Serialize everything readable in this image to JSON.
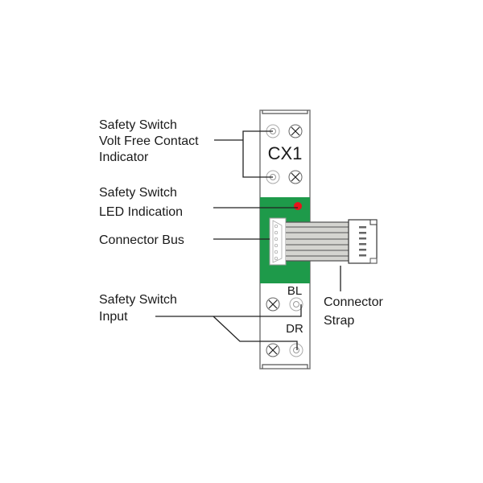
{
  "module": {
    "name": "CX1",
    "terminal_label_top": "BL",
    "terminal_label_bottom": "DR"
  },
  "callouts": {
    "volt_free_contact": {
      "line1": "Safety Switch",
      "line2": "Volt Free Contact",
      "line3": "Indicator"
    },
    "led_indication": {
      "line1": "Safety Switch",
      "line2": "LED Indication"
    },
    "connector_bus": {
      "line1": "Connector Bus"
    },
    "switch_input": {
      "line1": "Safety Switch",
      "line2": "Input"
    },
    "connector_strap": {
      "line1": "Connector",
      "line2": "Strap"
    }
  },
  "colors": {
    "board_green": "#1e9a4a",
    "led_red": "#e8141c",
    "strap_grey": "#d4d4d0",
    "outline": "#555555",
    "leader": "#222222"
  },
  "icons": {
    "terminal_screw": "circle-with-dot",
    "terminal_cross": "circle-with-x"
  }
}
